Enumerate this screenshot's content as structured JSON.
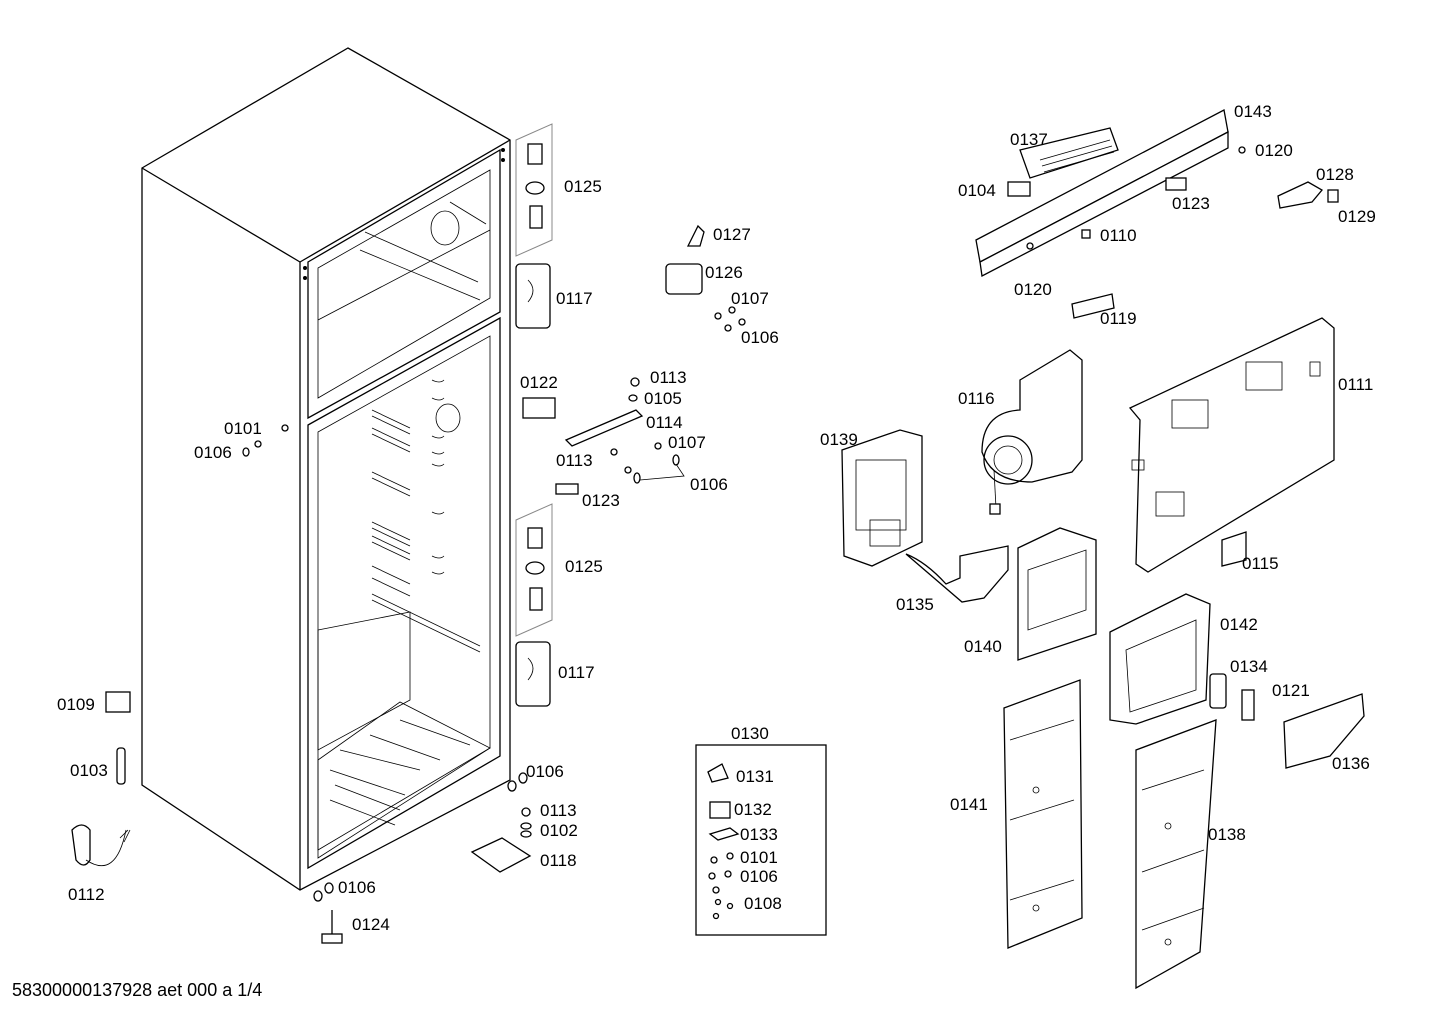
{
  "labels": {
    "p0101a": "0101",
    "p0106a": "0106",
    "p0125a": "0125",
    "p0117a": "0117",
    "p0127": "0127",
    "p0126": "0126",
    "p0107a": "0107",
    "p0106b": "0106",
    "p0122": "0122",
    "p0113a": "0113",
    "p0105": "0105",
    "p0114": "0114",
    "p0113b": "0113",
    "p0107b": "0107",
    "p0106c": "0106",
    "p0123a": "0123",
    "p0125b": "0125",
    "p0117b": "0117",
    "p0109": "0109",
    "p0103": "0103",
    "p0112": "0112",
    "p0106d": "0106",
    "p0113c": "0113",
    "p0102": "0102",
    "p0118": "0118",
    "p0106e": "0106",
    "p0124": "0124",
    "p0130": "0130",
    "p0131": "0131",
    "p0132": "0132",
    "p0133": "0133",
    "p0101b": "0101",
    "p0106f": "0106",
    "p0108": "0108",
    "p0137": "0137",
    "p0143": "0143",
    "p0120a": "0120",
    "p0104": "0104",
    "p0123b": "0123",
    "p0128": "0128",
    "p0129": "0129",
    "p0110": "0110",
    "p0120b": "0120",
    "p0119": "0119",
    "p0116": "0116",
    "p0111": "0111",
    "p0139": "0139",
    "p0115": "0115",
    "p0135": "0135",
    "p0140": "0140",
    "p0142": "0142",
    "p0134": "0134",
    "p0121": "0121",
    "p0136": "0136",
    "p0141": "0141",
    "p0138": "0138"
  },
  "footer": "58300000137928 aet 000 a 1/4"
}
